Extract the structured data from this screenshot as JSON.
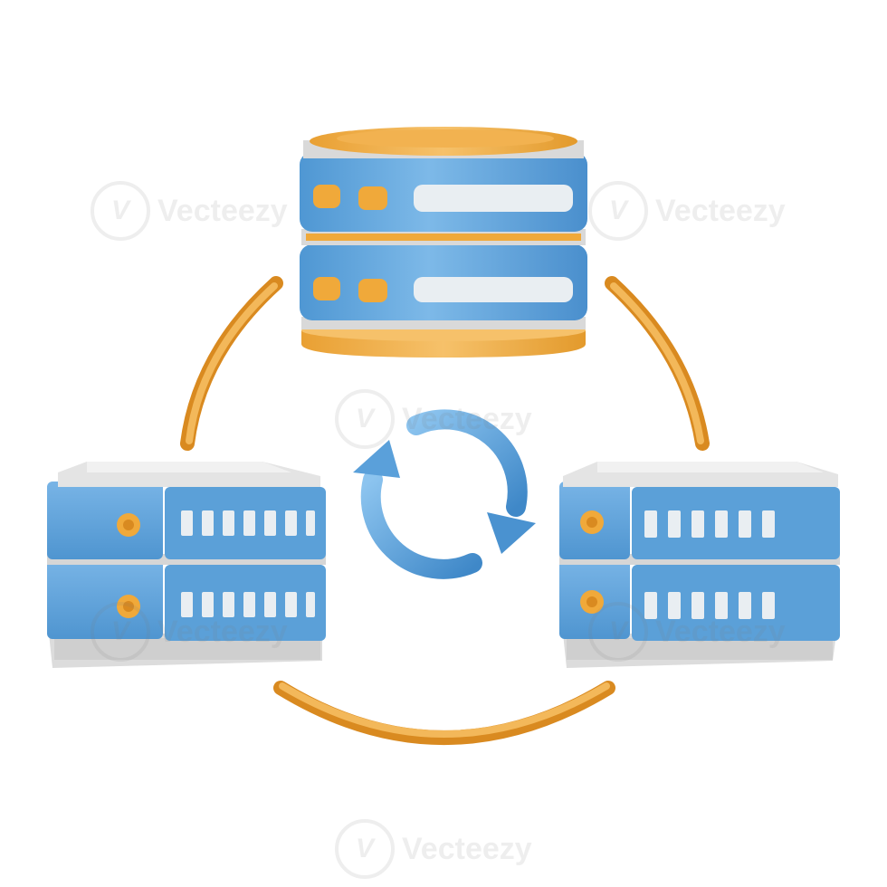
{
  "illustration": {
    "subject": "data-sync-servers",
    "icons": [
      "database-icon",
      "server-icon",
      "server-icon",
      "sync-arrows-icon",
      "connection-arc"
    ]
  },
  "watermark": {
    "text": "Vecteezy",
    "logo_glyph": "V"
  },
  "colors": {
    "blue_body": "#5fa6dc",
    "blue_light": "#9fcdf0",
    "blue_dark": "#3d87c4",
    "orange": "#f0a93a",
    "orange_dark": "#d98a20",
    "gray_top": "#e6e6e6",
    "gray_side": "#c9c9c9",
    "slot": "#e9eef2"
  }
}
